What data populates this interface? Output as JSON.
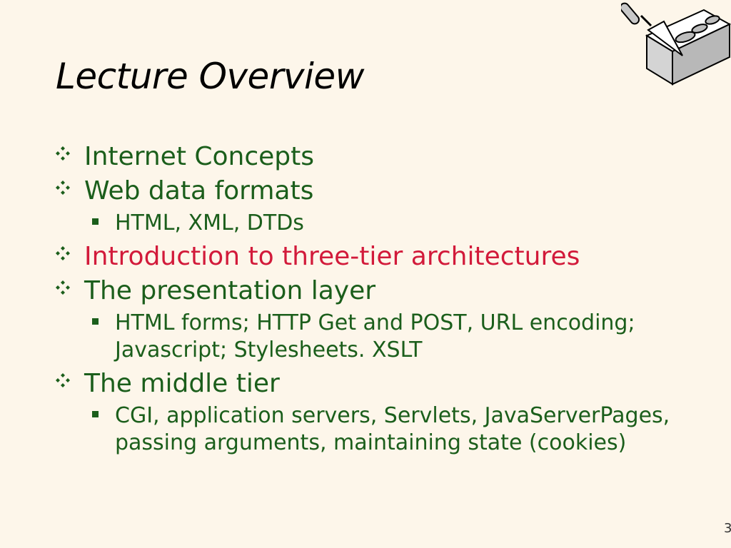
{
  "slide": {
    "title": "Lecture Overview",
    "page_number": "3",
    "colors": {
      "background": "#fdf6ea",
      "text_green": "#1b5e1b",
      "highlight_red": "#d21a3a"
    },
    "bullets": [
      {
        "text": "Internet Concepts",
        "highlight": false,
        "sub": []
      },
      {
        "text": "Web data formats",
        "highlight": false,
        "sub": [
          "HTML, XML, DTDs"
        ]
      },
      {
        "text": "Introduction to three-tier architectures",
        "highlight": true,
        "sub": []
      },
      {
        "text": "The presentation layer",
        "highlight": false,
        "sub": [
          "HTML forms; HTTP Get and POST, URL encoding; Javascript; Stylesheets. XSLT"
        ]
      },
      {
        "text": "The middle tier",
        "highlight": false,
        "sub": [
          "CGI, application servers, Servlets, JavaServerPages, passing arguments, maintaining state (cookies)"
        ]
      }
    ],
    "logo_icon": "brick-trowel-icon"
  }
}
